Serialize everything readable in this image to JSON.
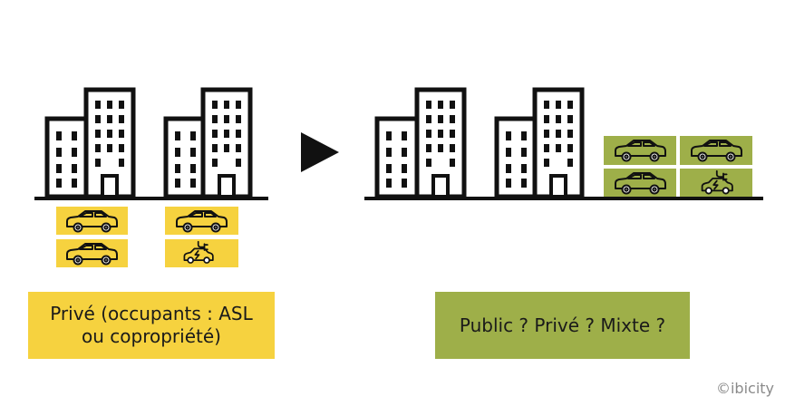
{
  "left_scenario": {
    "caption": "Privé (occupants : ASL\nou copropriété)"
  },
  "right_scenario": {
    "caption": "Public ? Privé ? Mixte ?"
  },
  "credit": "©ibicity",
  "colors": {
    "private_parking": "#f6d23f",
    "mixed_parking": "#9eaf49",
    "outline": "#111111"
  },
  "icons": [
    "building-icon",
    "arrow-right-icon",
    "car-icon",
    "electric-car-icon"
  ]
}
